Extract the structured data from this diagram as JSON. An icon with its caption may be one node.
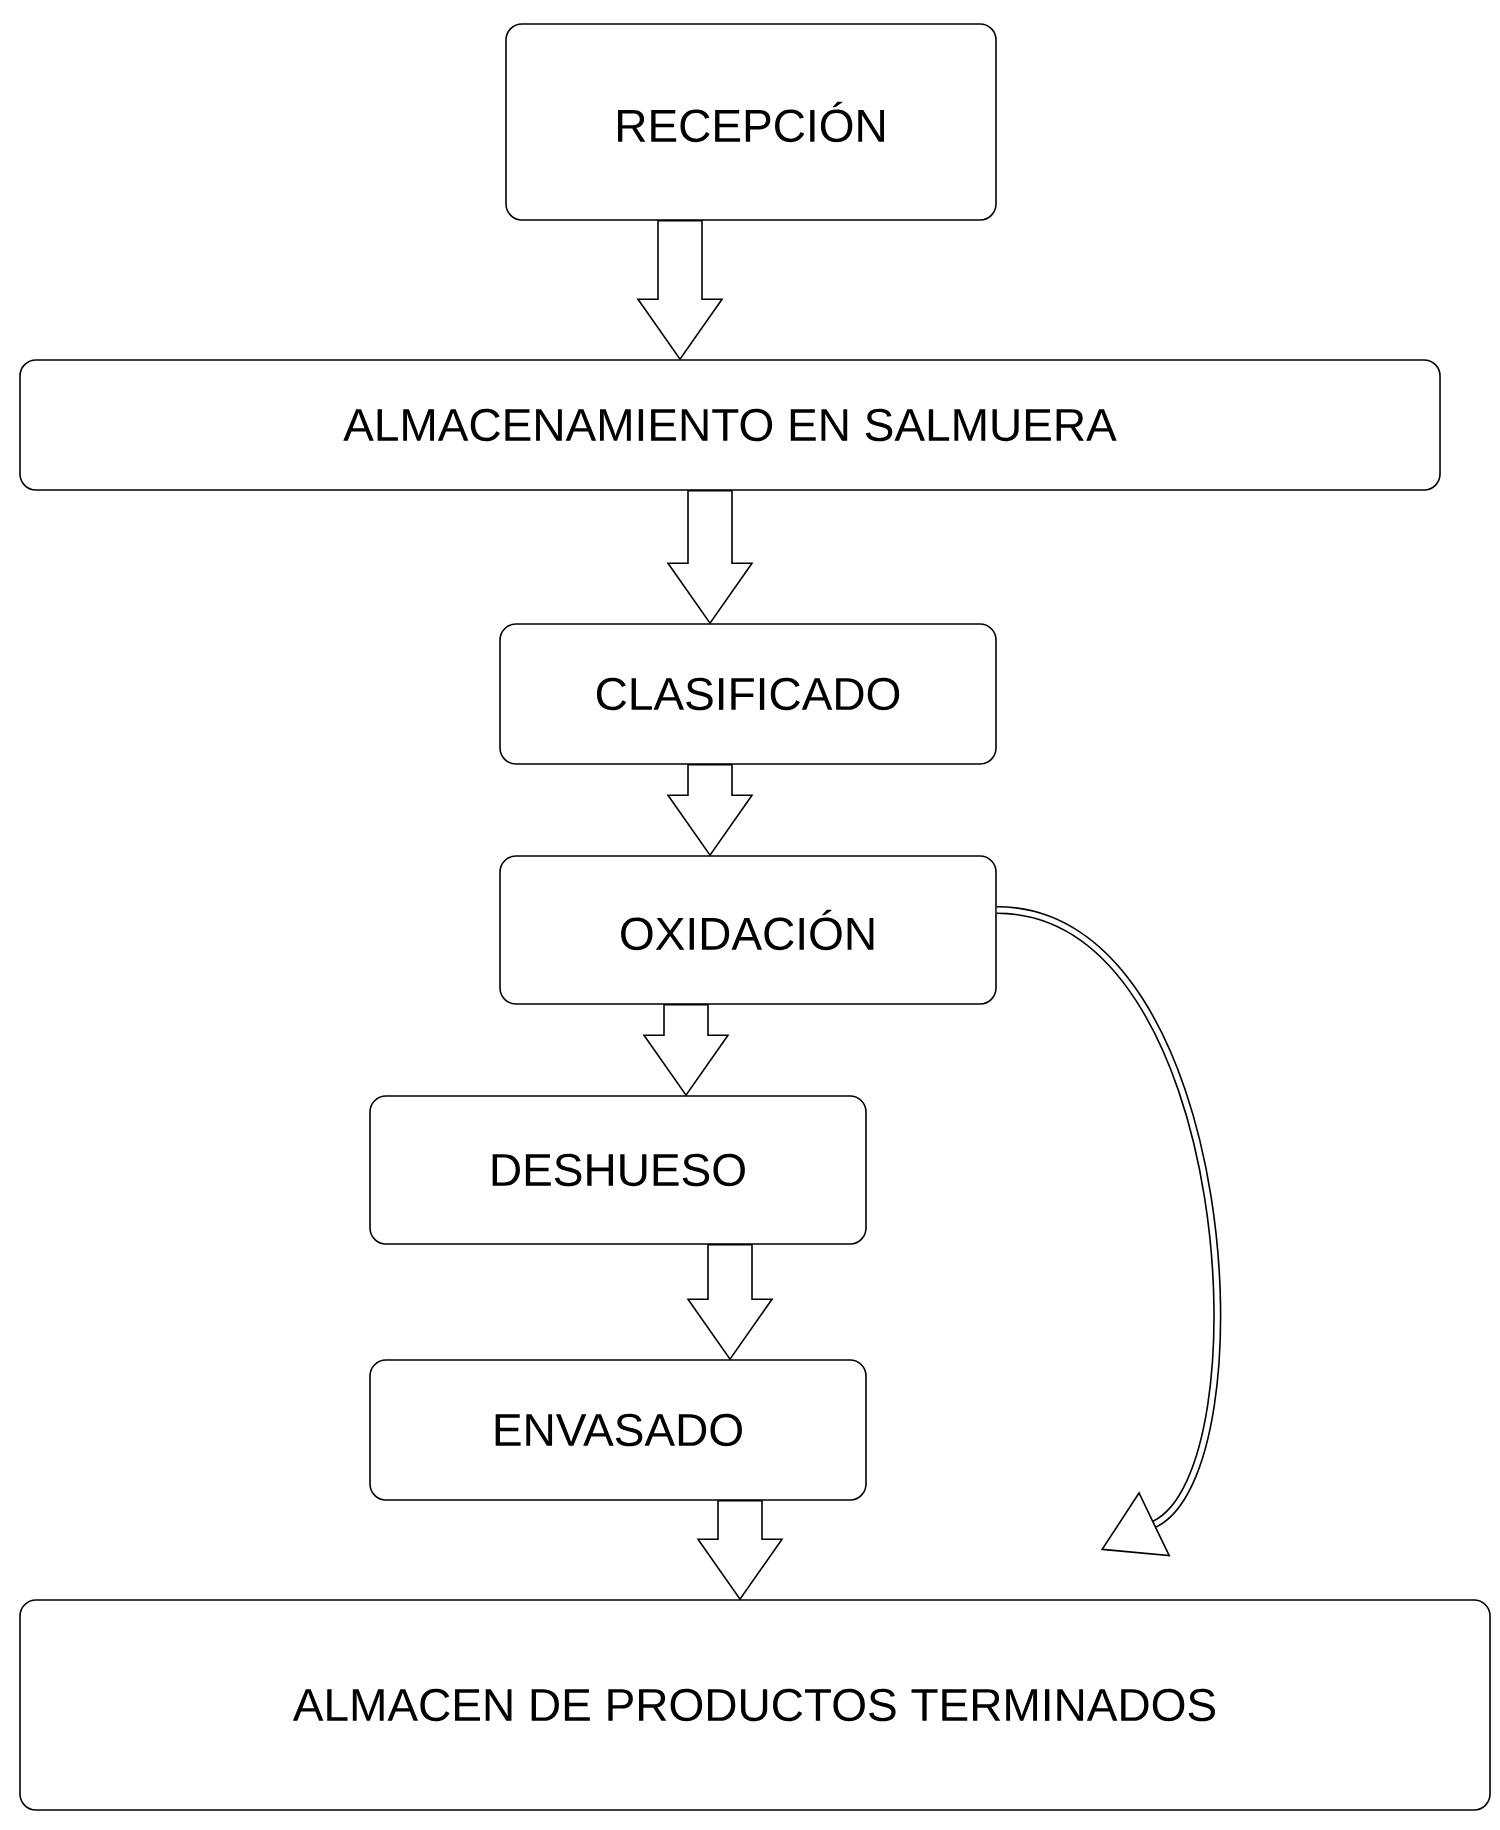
{
  "diagram": {
    "nodes": [
      {
        "text": [
          "RECEPCIÓN"
        ]
      },
      {
        "text": [
          "ALMACENAMIENTO EN SALMUERA"
        ]
      },
      {
        "text": [
          "CLASIFICADO"
        ]
      },
      {
        "text": [
          "OXIDACIÓN"
        ]
      },
      {
        "text": [
          "DESHUESO"
        ]
      },
      {
        "text": [
          "ENVASADO"
        ]
      },
      {
        "text": [
          "ALMACEN DE PRODUCTOS TERMINADOS"
        ]
      }
    ],
    "edges": [
      {
        "from": 0,
        "to": 1,
        "arrow": "to"
      },
      {
        "from": 1,
        "to": 2,
        "arrow": "to"
      },
      {
        "from": 2,
        "to": 3,
        "arrow": "to"
      },
      {
        "from": 3,
        "to": 4,
        "arrow": "to"
      },
      {
        "from": 4,
        "to": 5,
        "arrow": "to"
      },
      {
        "from": 5,
        "to": 6,
        "arrow": "to"
      },
      {
        "from": 3,
        "to": null,
        "arrow": "to"
      }
    ]
  }
}
